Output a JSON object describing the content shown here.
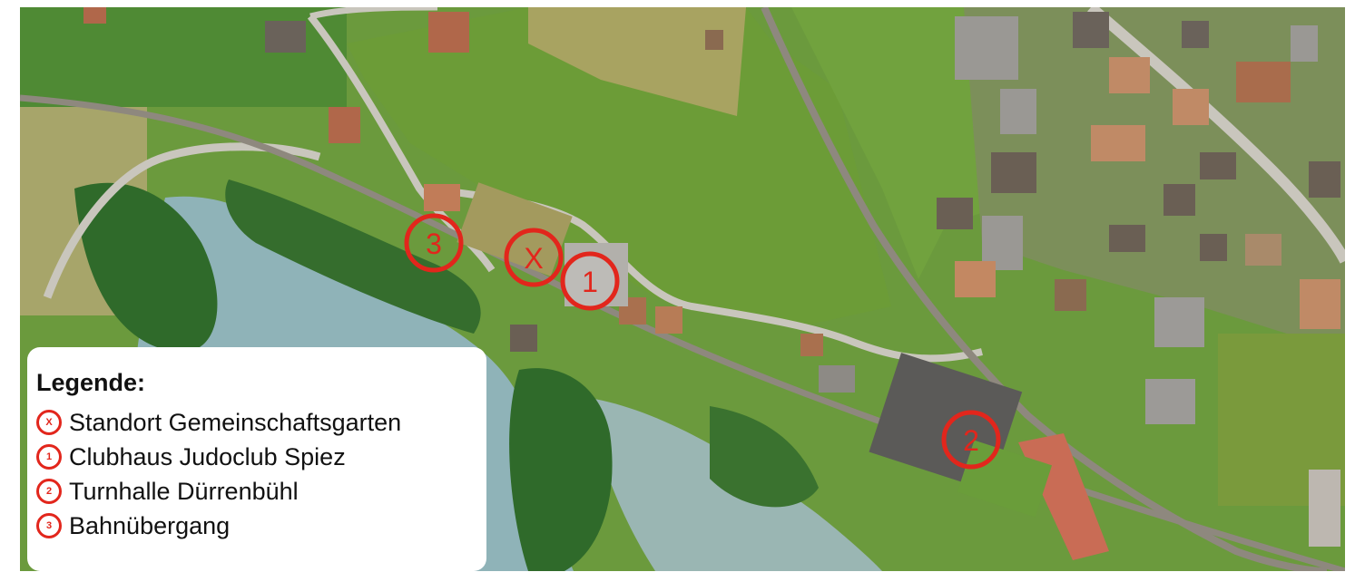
{
  "map": {
    "markers": [
      {
        "id": "x",
        "label": "X"
      },
      {
        "id": "1",
        "label": "1"
      },
      {
        "id": "2",
        "label": "2"
      },
      {
        "id": "3",
        "label": "3"
      }
    ]
  },
  "legend": {
    "title": "Legende:",
    "items": [
      {
        "symbol": "x",
        "label": "Standort Gemeinschaftsgarten"
      },
      {
        "symbol": "1",
        "label": "Clubhaus Judoclub Spiez"
      },
      {
        "symbol": "2",
        "label": "Turnhalle Dürrenbühl"
      },
      {
        "symbol": "3",
        "label": "Bahnübergang"
      }
    ]
  },
  "colors": {
    "marker": "#e2261c",
    "grass": "#6a9a3c",
    "lake": "#8fb3b8",
    "road": "#b9b7b1"
  }
}
